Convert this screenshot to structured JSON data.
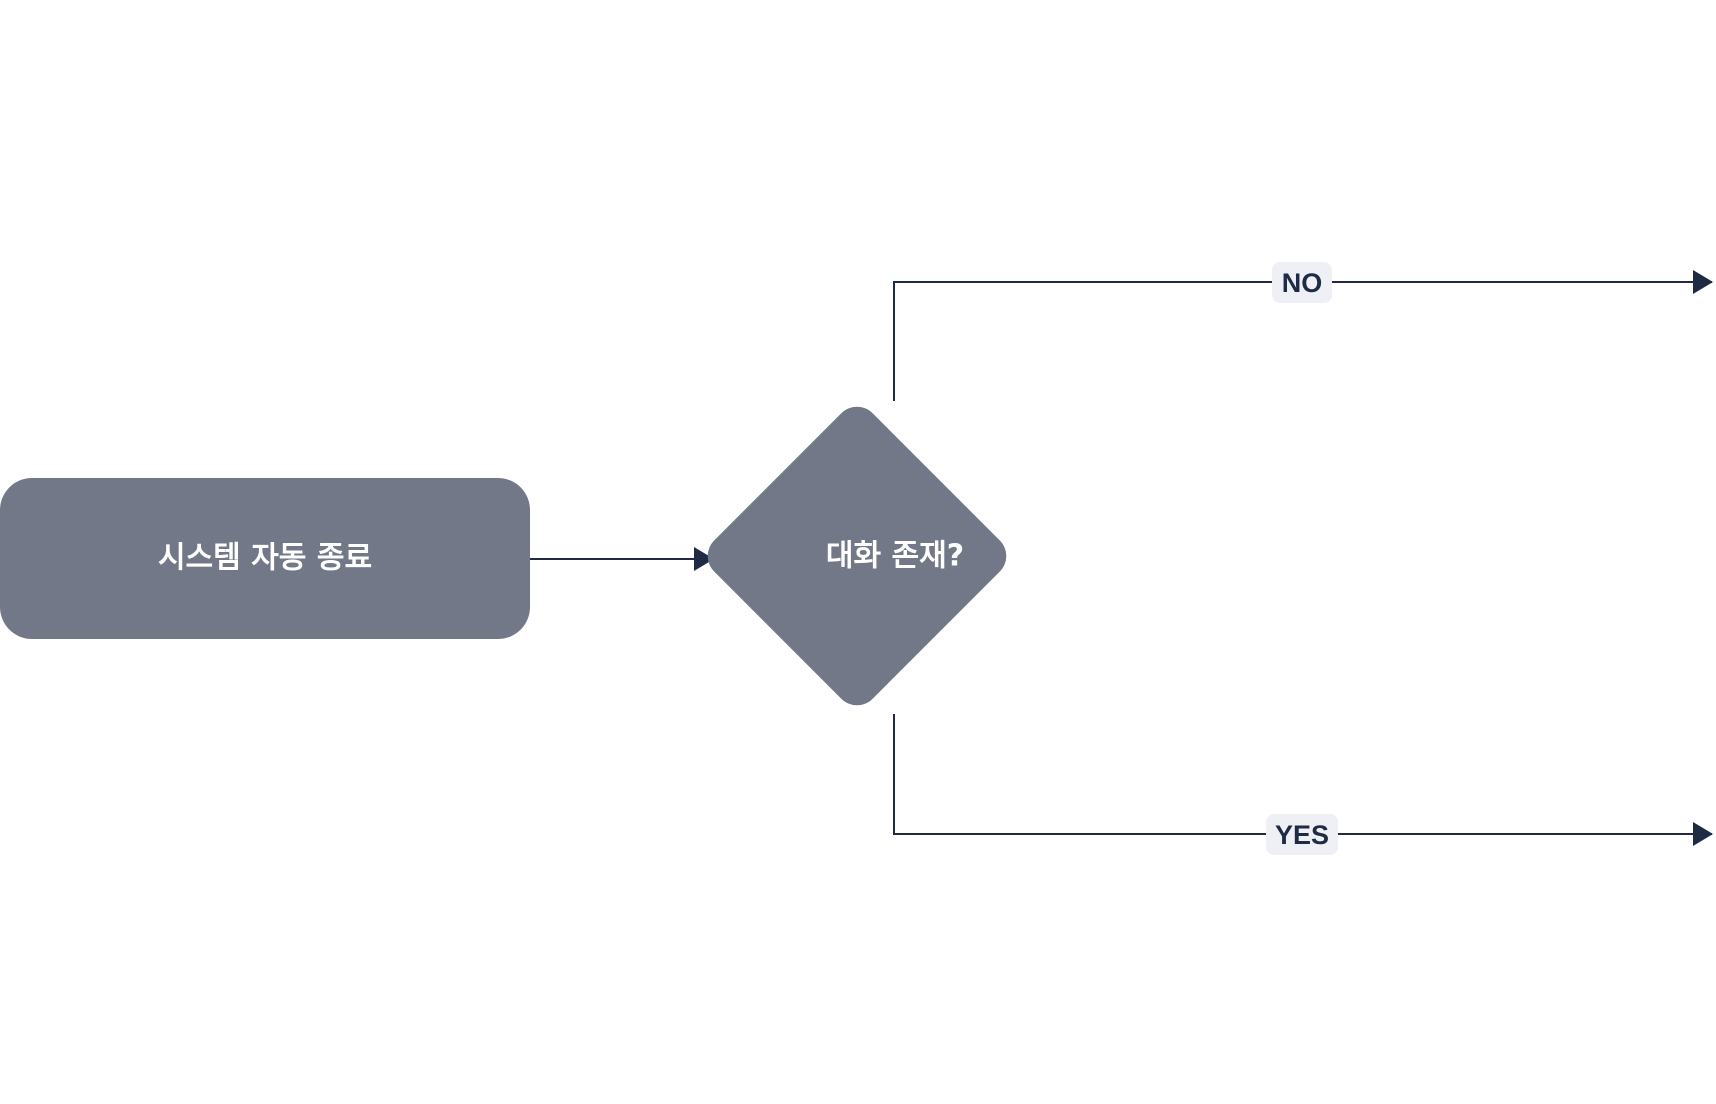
{
  "nodes": {
    "process": {
      "label": "시스템 자동 종료"
    },
    "decision": {
      "label": "대화 존재?"
    }
  },
  "edges": {
    "no": {
      "label": "NO"
    },
    "yes": {
      "label": "YES"
    }
  },
  "colors": {
    "node_fill": "#737888",
    "line": "#1f2a44",
    "label_bg": "#eef0f6",
    "node_text": "#ffffff"
  }
}
